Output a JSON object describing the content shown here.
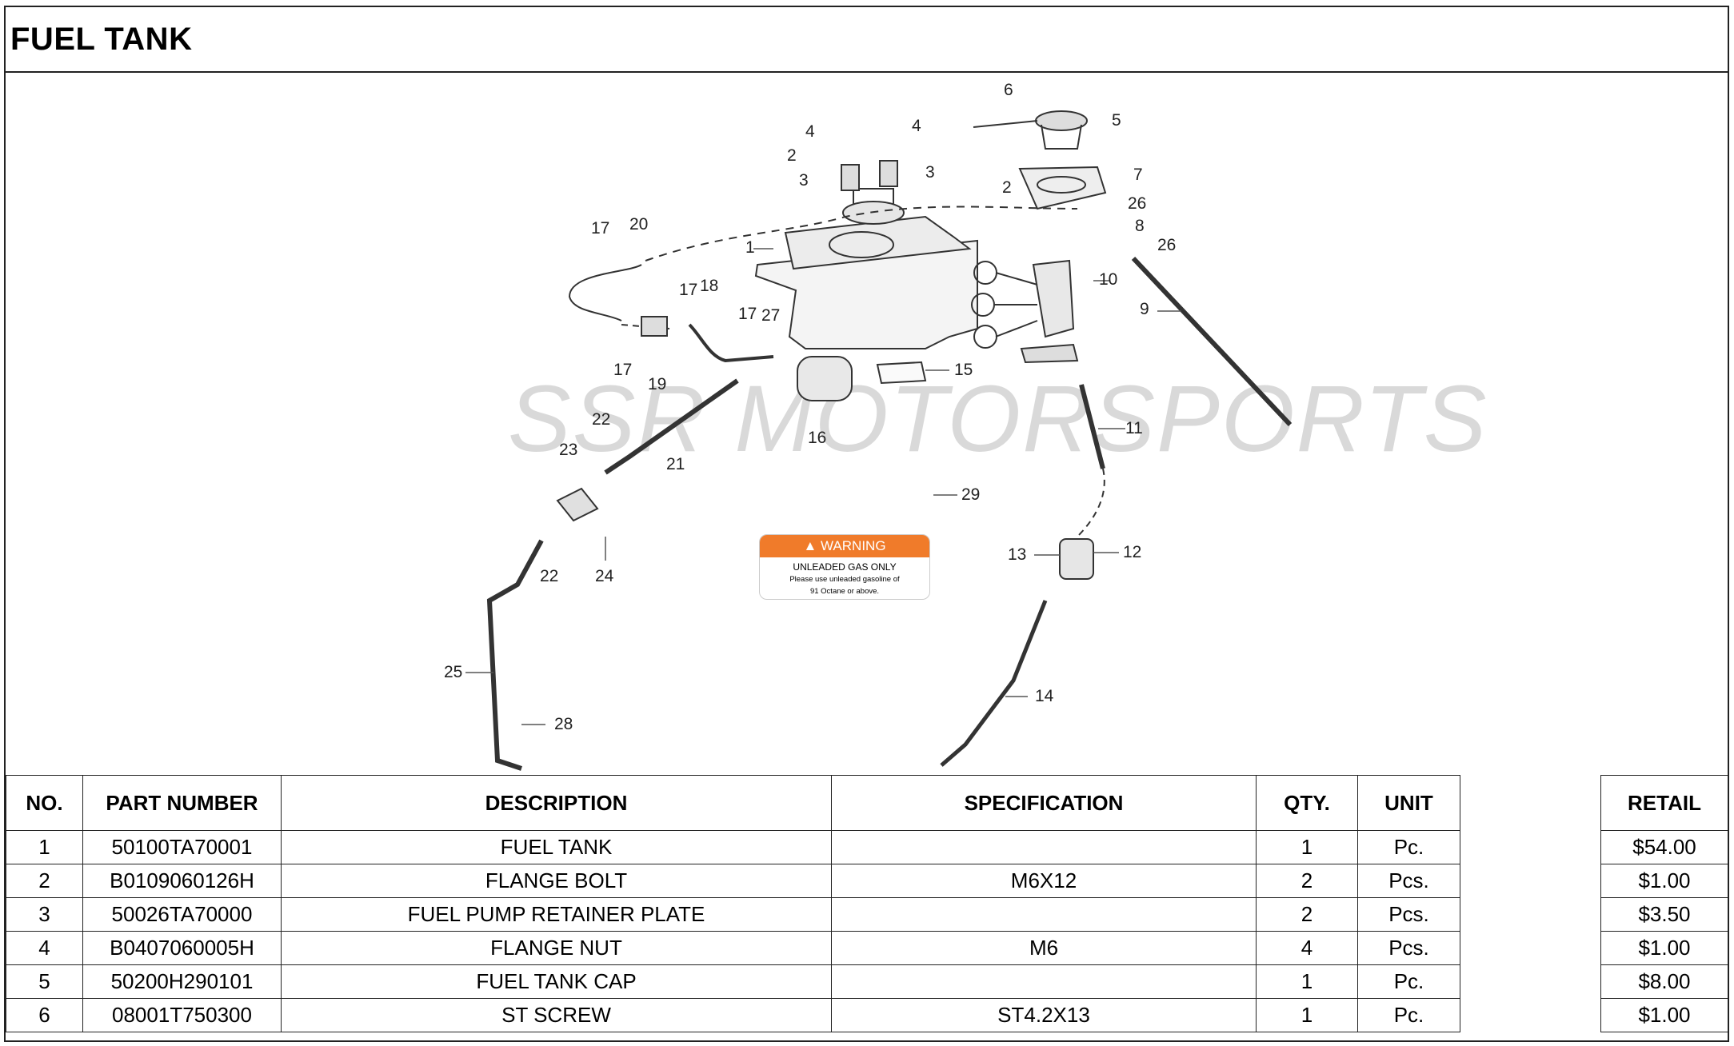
{
  "title": "FUEL TANK",
  "watermark": "SSR MOTORSPORTS",
  "warning_label": {
    "heading": "WARNING",
    "line1": "UNLEADED GAS ONLY",
    "line2": "Please use unleaded gasoline of",
    "line3": "91 Octane or above."
  },
  "table": {
    "headers": {
      "no": "NO.",
      "part_number": "PART NUMBER",
      "description": "DESCRIPTION",
      "specification": "SPECIFICATION",
      "qty": "QTY.",
      "unit": "UNIT",
      "blank": "",
      "retail": "RETAIL"
    },
    "rows": [
      {
        "no": "1",
        "part_number": "50100TA70001",
        "description": "FUEL TANK",
        "specification": "",
        "qty": "1",
        "unit": "Pc.",
        "retail": "$54.00"
      },
      {
        "no": "2",
        "part_number": "B0109060126H",
        "description": "FLANGE BOLT",
        "specification": "M6X12",
        "qty": "2",
        "unit": "Pcs.",
        "retail": "$1.00"
      },
      {
        "no": "3",
        "part_number": "50026TA70000",
        "description": "FUEL PUMP RETAINER PLATE",
        "specification": "",
        "qty": "2",
        "unit": "Pcs.",
        "retail": "$3.50"
      },
      {
        "no": "4",
        "part_number": "B0407060005H",
        "description": "FLANGE NUT",
        "specification": "M6",
        "qty": "4",
        "unit": "Pcs.",
        "retail": "$1.00"
      },
      {
        "no": "5",
        "part_number": "50200H290101",
        "description": "FUEL TANK CAP",
        "specification": "",
        "qty": "1",
        "unit": "Pc.",
        "retail": "$8.00"
      },
      {
        "no": "6",
        "part_number": "08001T750300",
        "description": "ST SCREW",
        "specification": "ST4.2X13",
        "qty": "1",
        "unit": "Pc.",
        "retail": "$1.00"
      }
    ]
  },
  "callouts": [
    "1",
    "2",
    "2",
    "3",
    "3",
    "4",
    "4",
    "5",
    "6",
    "7",
    "8",
    "9",
    "10",
    "11",
    "12",
    "13",
    "14",
    "15",
    "16",
    "17",
    "17",
    "17",
    "17",
    "18",
    "19",
    "20",
    "21",
    "22",
    "22",
    "23",
    "24",
    "25",
    "26",
    "26",
    "27",
    "28",
    "29"
  ]
}
